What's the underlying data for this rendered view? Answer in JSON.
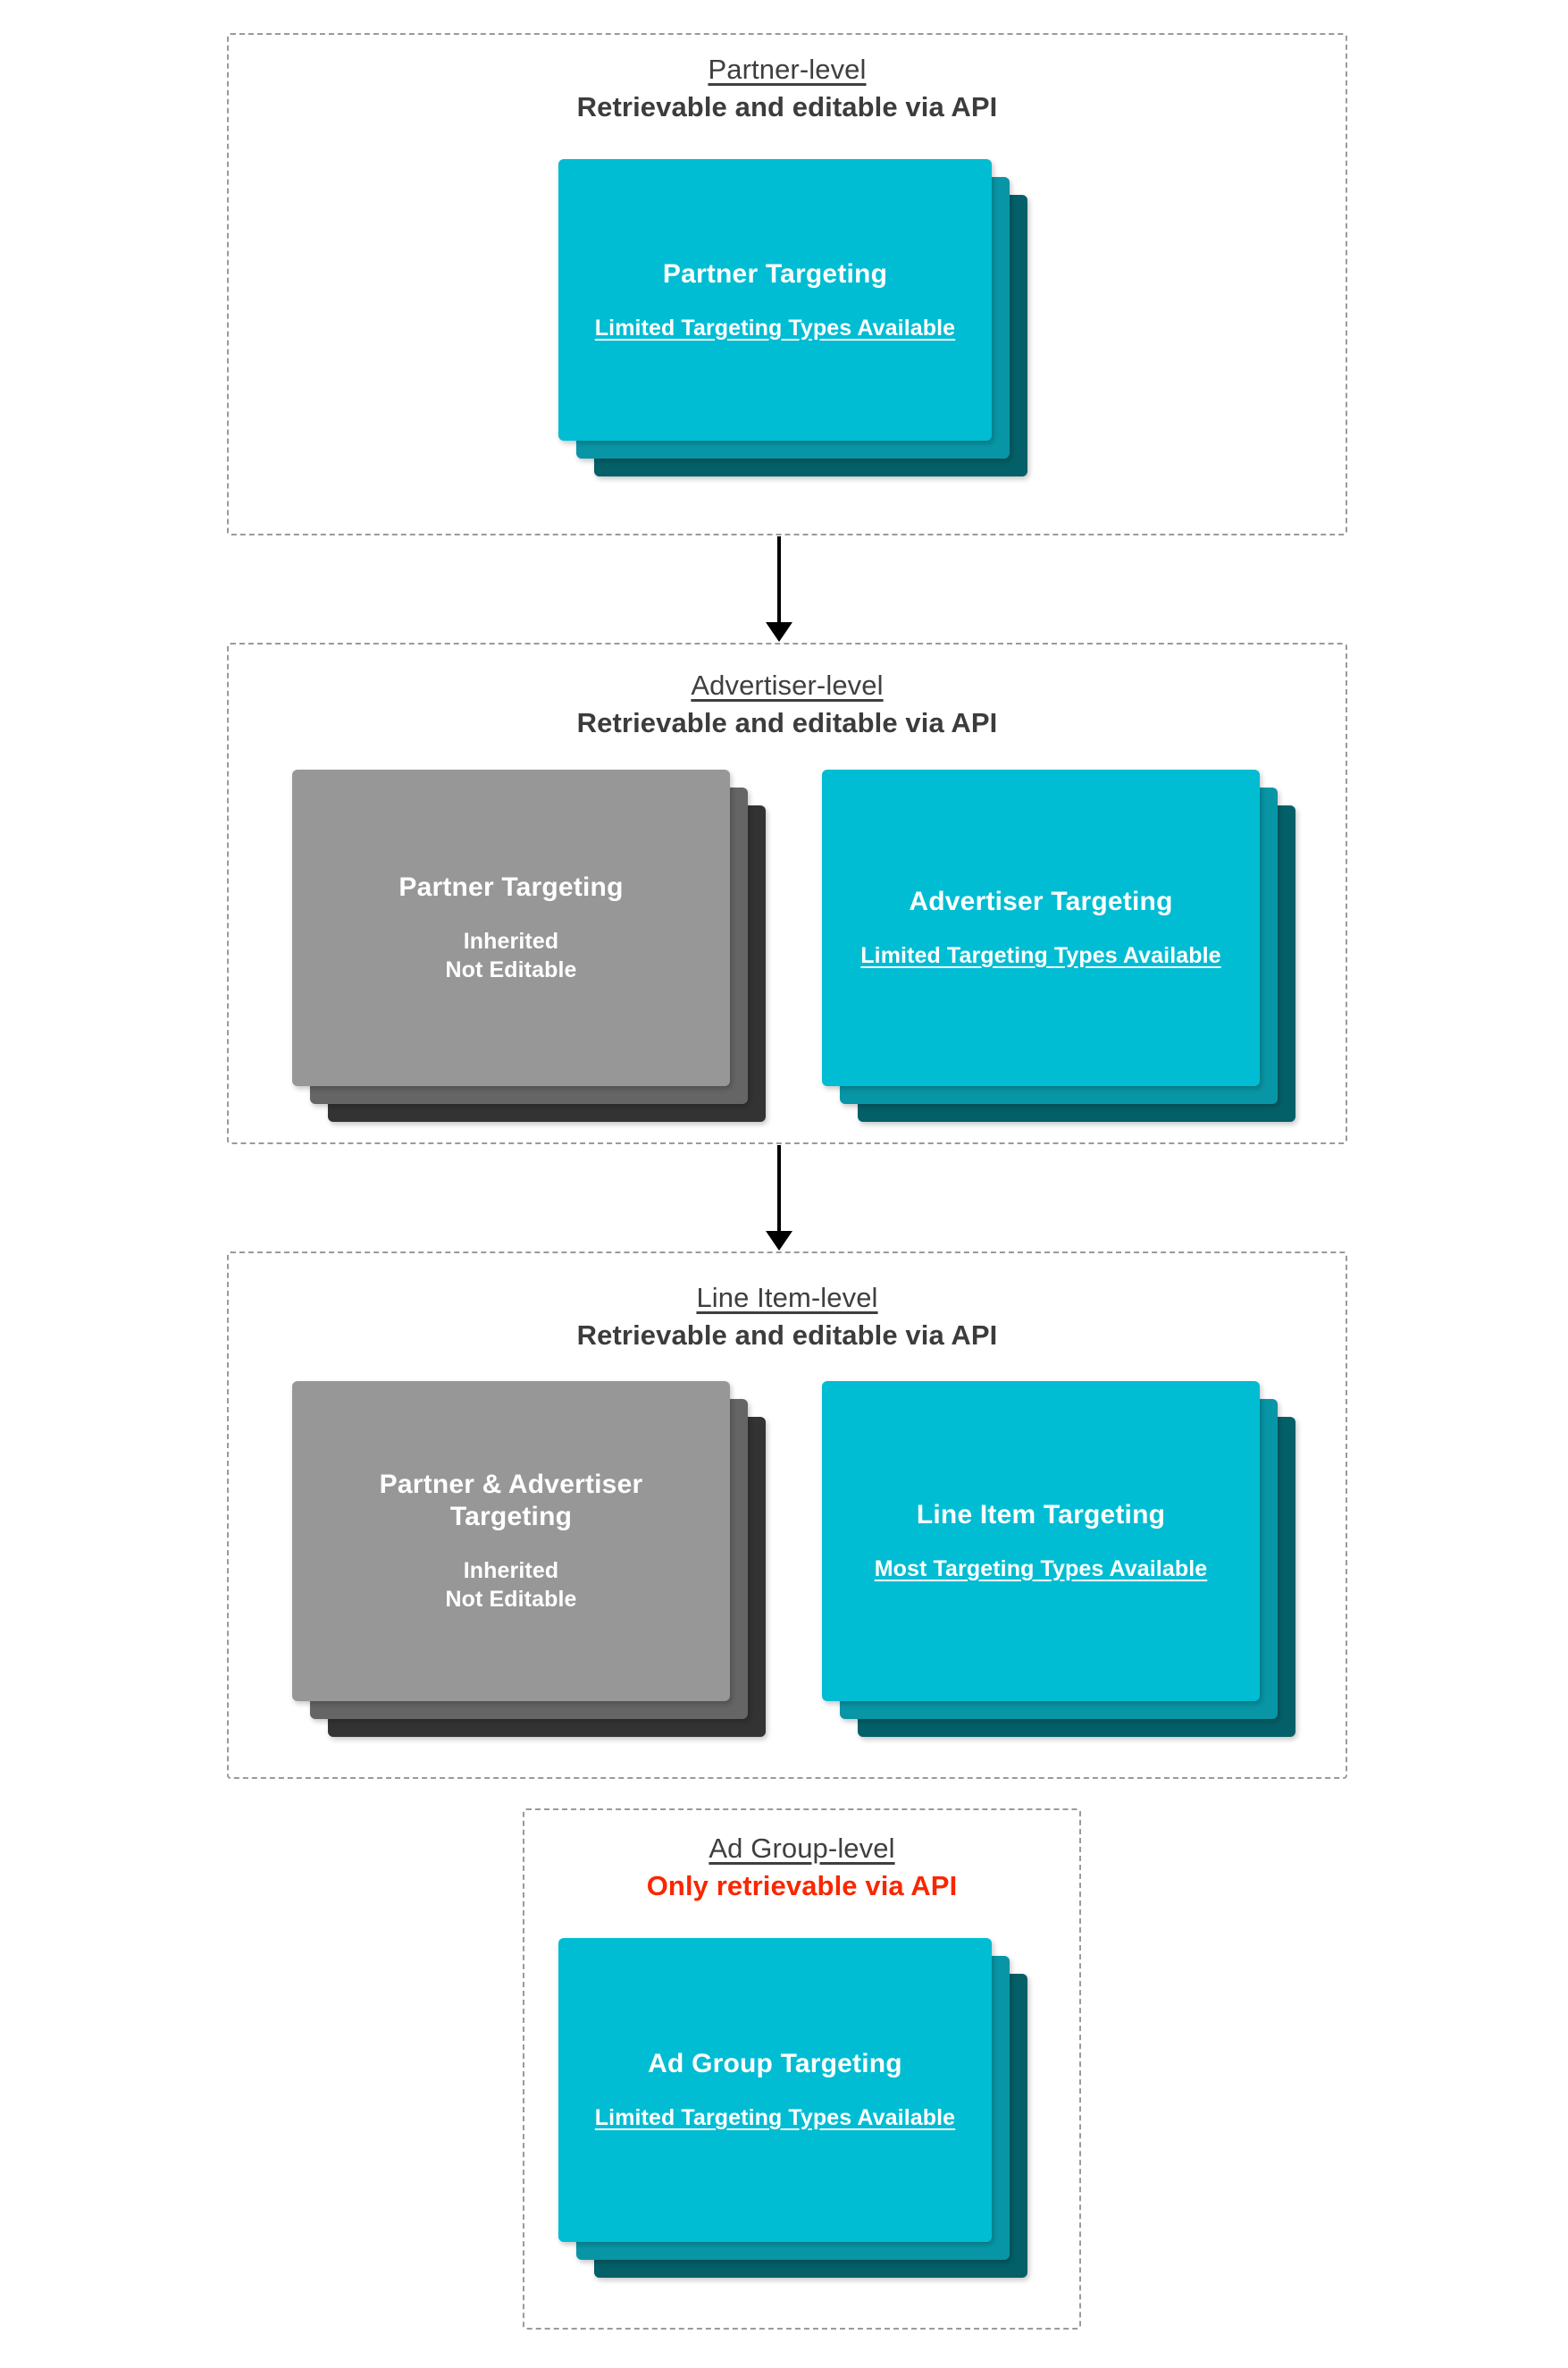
{
  "diagram": {
    "type": "hierarchy-flow",
    "background_color": "#ffffff",
    "accent_color": "#00bdd3",
    "alert_color": "#fa2600",
    "inherited_color": "#979797"
  },
  "levels": [
    {
      "id": "partner-level",
      "title": "Partner-level",
      "subtitle": "Retrievable and editable via API",
      "subtitle_style": "normal",
      "cards": [
        {
          "id": "partner-targeting",
          "variant": "cyan",
          "title": "Partner Targeting",
          "note": "Limited Targeting Types Available",
          "note_underlined": true
        }
      ]
    },
    {
      "id": "advertiser-level",
      "title": "Advertiser-level",
      "subtitle": "Retrievable and editable via API",
      "subtitle_style": "normal",
      "cards": [
        {
          "id": "partner-targeting-inherited",
          "variant": "gray",
          "title": "Partner Targeting",
          "note": "Inherited\nNot Editable",
          "note_underlined": false
        },
        {
          "id": "advertiser-targeting",
          "variant": "cyan",
          "title": "Advertiser Targeting",
          "note": "Limited Targeting Types Available",
          "note_underlined": true
        }
      ]
    },
    {
      "id": "line-item-level",
      "title": "Line Item-level",
      "subtitle": "Retrievable and editable via API",
      "subtitle_style": "normal",
      "cards": [
        {
          "id": "partner-advertiser-targeting-inherited",
          "variant": "gray",
          "title": "Partner & Advertiser Targeting",
          "note": "Inherited\nNot Editable",
          "note_underlined": false
        },
        {
          "id": "line-item-targeting",
          "variant": "cyan",
          "title": "Line Item Targeting",
          "note": "Most Targeting Types Available",
          "note_underlined": true
        }
      ]
    },
    {
      "id": "ad-group-level",
      "title": "Ad Group-level",
      "subtitle": "Only retrievable via API",
      "subtitle_style": "alert",
      "cards": [
        {
          "id": "ad-group-targeting",
          "variant": "cyan",
          "title": "Ad Group Targeting",
          "note": "Limited Targeting Types Available",
          "note_underlined": true
        }
      ]
    }
  ],
  "connectors": [
    {
      "id": "arrow-partner-to-advertiser",
      "from": "partner-level",
      "to": "advertiser-level",
      "direction": "down"
    },
    {
      "id": "arrow-advertiser-to-line-item",
      "from": "advertiser-level",
      "to": "line-item-level",
      "direction": "down"
    }
  ]
}
